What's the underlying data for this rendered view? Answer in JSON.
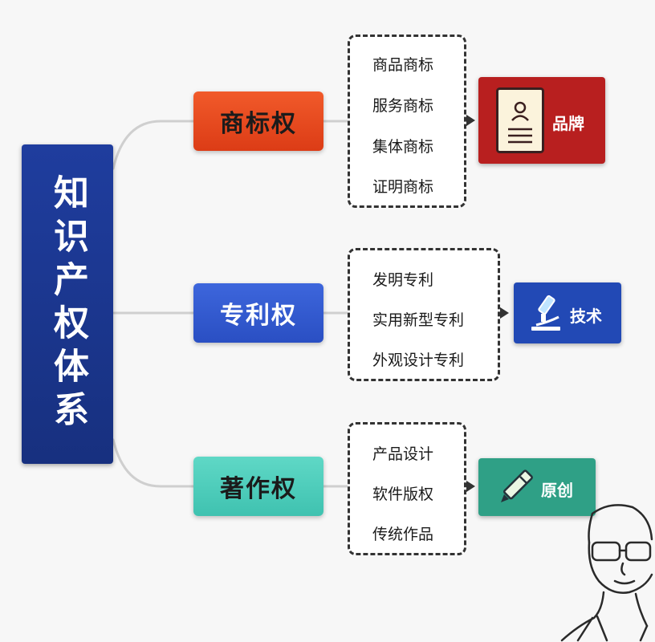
{
  "root": {
    "title": "知识产权体系"
  },
  "categories": [
    {
      "name": "商标权",
      "color": "#e8461f",
      "items": [
        "商品商标",
        "服务商标",
        "集体商标",
        "证明商标"
      ],
      "tag": {
        "label": "品牌",
        "icon": "id-card-icon",
        "color": "#b81f1f"
      }
    },
    {
      "name": "专利权",
      "color": "#3358d0",
      "items": [
        "发明专利",
        "实用新型专利",
        "外观设计专利"
      ],
      "tag": {
        "label": "技术",
        "icon": "microscope-icon",
        "color": "#2249b5"
      }
    },
    {
      "name": "著作权",
      "color": "#4fcfbd",
      "items": [
        "产品设计",
        "软件版权",
        "传统作品"
      ],
      "tag": {
        "label": "原创",
        "icon": "pencil-icon",
        "color": "#2fa086"
      }
    }
  ],
  "decoration": {
    "icon": "person-with-glasses-illustration"
  }
}
